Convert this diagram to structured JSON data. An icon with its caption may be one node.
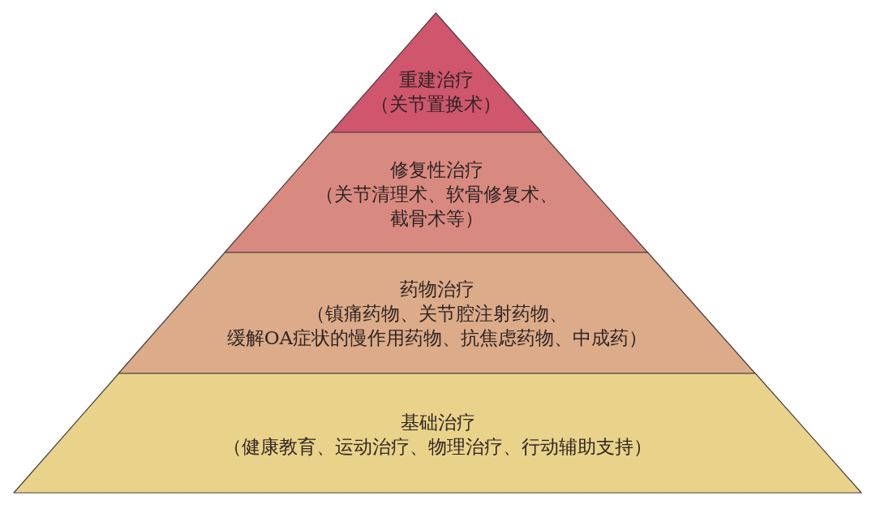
{
  "diagram": {
    "nodes": [
      {
        "text": [
          "重建治疗",
          "（关节置换术）"
        ]
      },
      {
        "text": [
          "修复性治疗",
          "（关节清理术、软骨修复术、截骨术等）"
        ]
      },
      {
        "text": [
          "药物治疗",
          "（镇痛药物、关节腔注射药物、缓解OA症状的慢作用药物、抗焦虑药物、中成药）"
        ]
      },
      {
        "text": [
          "基础治疗",
          "（健康教育、运动治疗、物理治疗、行动辅助支持）"
        ]
      }
    ]
  }
}
